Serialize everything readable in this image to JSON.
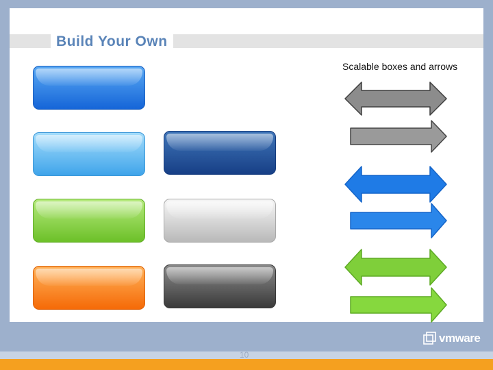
{
  "slide": {
    "title": "Build Your Own",
    "subtitle": "Scalable boxes and arrows",
    "page_number": "10"
  },
  "logo": {
    "text": "vmware"
  },
  "boxes": [
    {
      "name": "box-blue",
      "color_top": "#5aa9f3",
      "color_bottom": "#1565d8",
      "border": "#1a5fc0"
    },
    {
      "name": "box-light-blue",
      "color_top": "#a3dcfb",
      "color_bottom": "#3fa4ea",
      "border": "#3a97d8"
    },
    {
      "name": "box-navy",
      "color_top": "#3f75b8",
      "color_bottom": "#173f86",
      "border": "#163c7e"
    },
    {
      "name": "box-green",
      "color_top": "#b6ea7e",
      "color_bottom": "#6cc028",
      "border": "#62ad27"
    },
    {
      "name": "box-silver",
      "color_top": "#f6f6f6",
      "color_bottom": "#b9b9b9",
      "border": "#a9a9a9"
    },
    {
      "name": "box-orange",
      "color_top": "#ffb25a",
      "color_bottom": "#f56a07",
      "border": "#dd6108"
    },
    {
      "name": "box-dark-gray",
      "color_top": "#8a8a8a",
      "color_bottom": "#3a3a3a",
      "border": "#3a3a3a"
    }
  ],
  "arrows": [
    {
      "name": "arrow-double-gray",
      "kind": "double",
      "fill": "#8c8c8c",
      "stroke": "#3f3f3f"
    },
    {
      "name": "arrow-right-gray",
      "kind": "right",
      "fill": "#9a9a9a",
      "stroke": "#444444"
    },
    {
      "name": "arrow-double-blue",
      "kind": "double",
      "fill": "#1f7be6",
      "stroke": "#1565c9"
    },
    {
      "name": "arrow-right-blue",
      "kind": "right",
      "fill": "#2a86ea",
      "stroke": "#1565c9"
    },
    {
      "name": "arrow-double-green",
      "kind": "double",
      "fill": "#7fcf3a",
      "stroke": "#5eaa25"
    },
    {
      "name": "arrow-right-green",
      "kind": "right",
      "fill": "#86d83e",
      "stroke": "#5eaa25"
    }
  ],
  "colors": {
    "background": "#9db0cc",
    "title": "#5a84b8",
    "footer_accent": "#f5a01f"
  }
}
